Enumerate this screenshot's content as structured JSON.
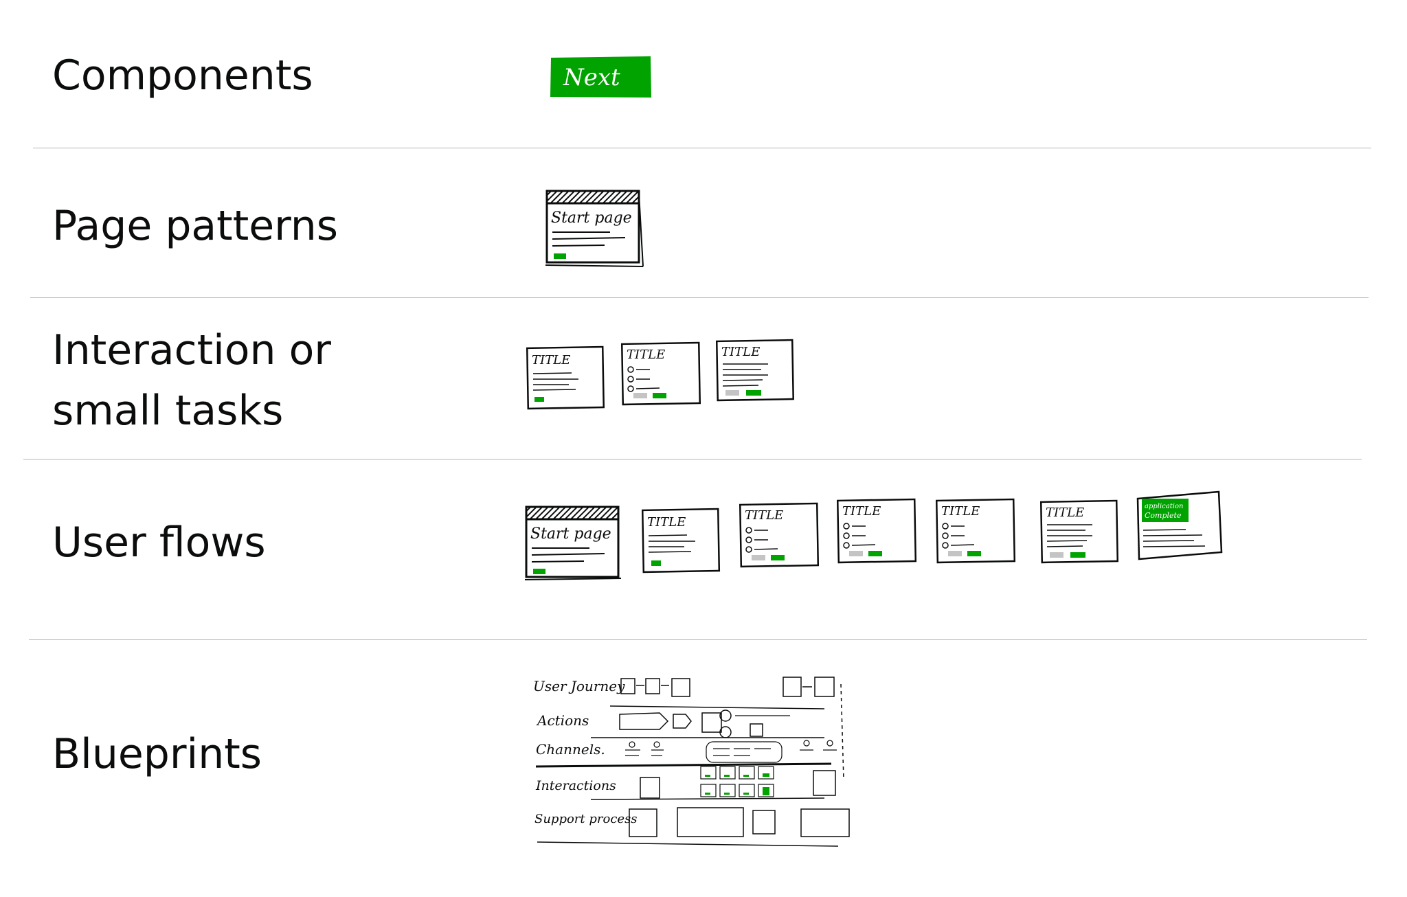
{
  "rows": {
    "components": {
      "label": "Components",
      "sketch_text": "Next"
    },
    "page_patterns": {
      "label": "Page patterns",
      "sketch_text": "Start page"
    },
    "interaction": {
      "label_line1": "Interaction or",
      "label_line2": "small tasks",
      "sketch_text": "TITLE"
    },
    "user_flows": {
      "label": "User flows",
      "start_text": "Start page",
      "title_text": "TITLE",
      "complete_text_line1": "application",
      "complete_text_line2": "Complete"
    },
    "blueprints": {
      "label": "Blueprints",
      "lanes": [
        "User Journey",
        "Actions",
        "Channels.",
        "Interactions",
        "Support process"
      ]
    }
  },
  "colors": {
    "accent_green": "#00a300",
    "ink": "#0b0c0c",
    "grey_button": "#c4c4c4",
    "divider": "#b1b4b6"
  }
}
